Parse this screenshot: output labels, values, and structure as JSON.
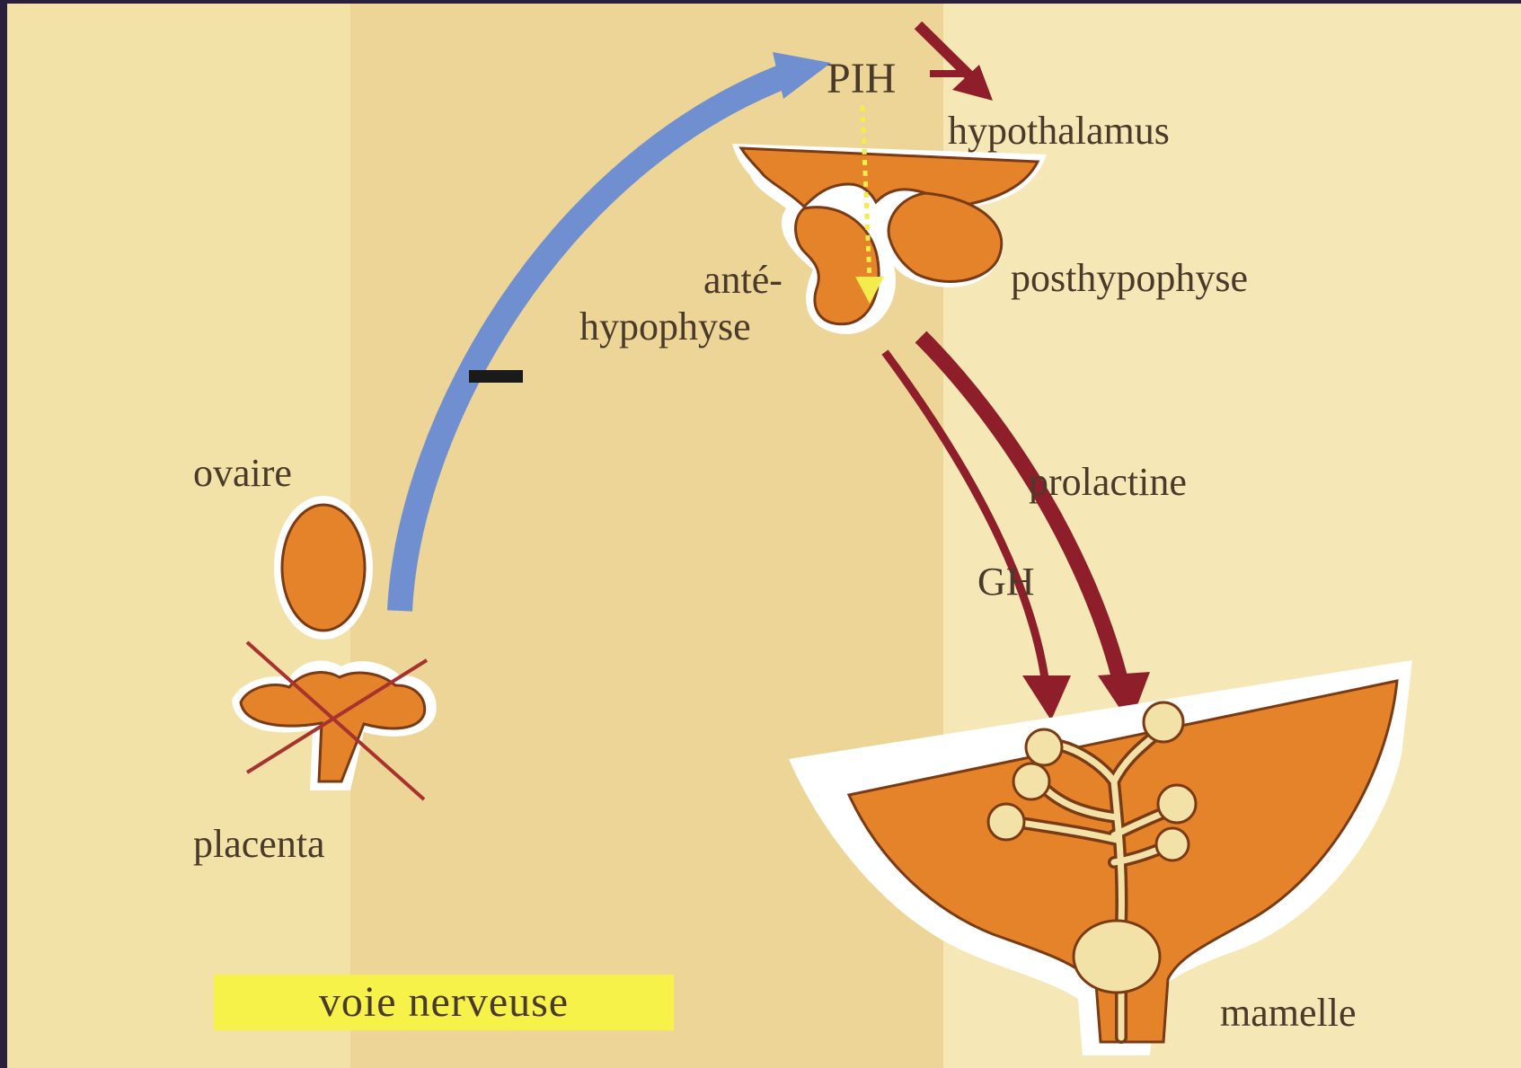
{
  "labels": {
    "pih": "PIH",
    "hypothalamus": "hypothalamus",
    "ante": "anté-",
    "hypophyse": "hypophyse",
    "posthypophyse": "posthypophyse",
    "ovaire": "ovaire",
    "placenta": "placenta",
    "prolactine": "prolactine",
    "gh": "GH",
    "mamelle": "mamelle",
    "minus": "−",
    "voie_nerveuse": "voie nerveuse"
  },
  "colors": {
    "background": "#f3e2a8",
    "background_band": "#ecd596",
    "frame": "#2a1f3d",
    "organ": "#e5832a",
    "organ_outline": "#7a3a14",
    "arrow_nerve": "#6f8fd0",
    "arrow_hormone": "#8e1e2a",
    "arrow_internal": "#f3ec4a",
    "highlight_box": "#f6f24a",
    "text": "#4a3a2a"
  }
}
